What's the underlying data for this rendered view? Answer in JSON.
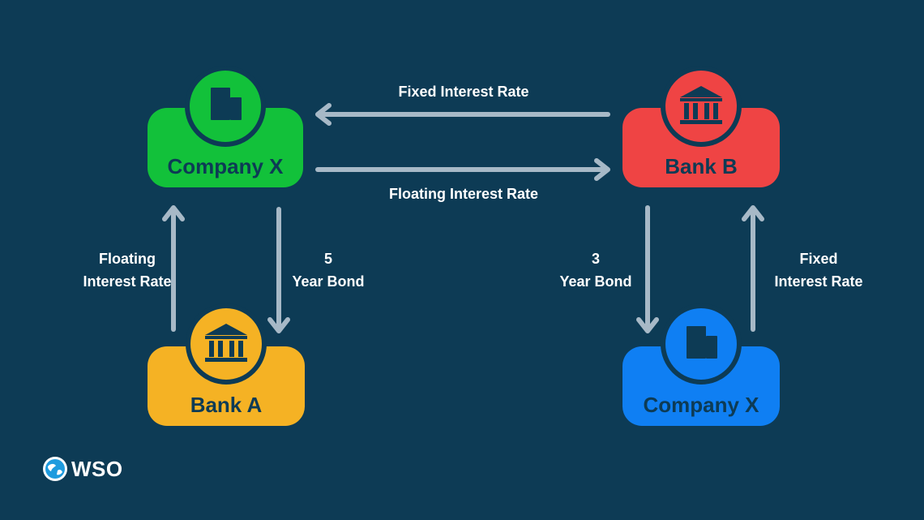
{
  "nodes": {
    "company_x_top": {
      "label": "Company X",
      "color": "#12c13a",
      "icon": "office-building-icon"
    },
    "bank_b": {
      "label": "Bank B",
      "color": "#ef4444",
      "icon": "bank-icon"
    },
    "bank_a": {
      "label": "Bank A",
      "color": "#f5b224",
      "icon": "bank-icon"
    },
    "company_x_bottom": {
      "label": "Company X",
      "color": "#0f7ff3",
      "icon": "office-building-icon"
    }
  },
  "flows": {
    "top_fixed": "Fixed Interest Rate",
    "top_floating": "Floating Interest Rate",
    "left_floating": [
      "Floating",
      "Interest Rate"
    ],
    "left_bond": [
      "5",
      "Year Bond"
    ],
    "right_bond": [
      "3",
      "Year Bond"
    ],
    "right_fixed": [
      "Fixed",
      "Interest Rate"
    ]
  },
  "colors": {
    "background": "#0d3b55",
    "arrow": "#a7b9c7",
    "icon_dark": "#0d3b55"
  },
  "brand": {
    "name": "WSO",
    "icon": "wso-globe-icon"
  }
}
